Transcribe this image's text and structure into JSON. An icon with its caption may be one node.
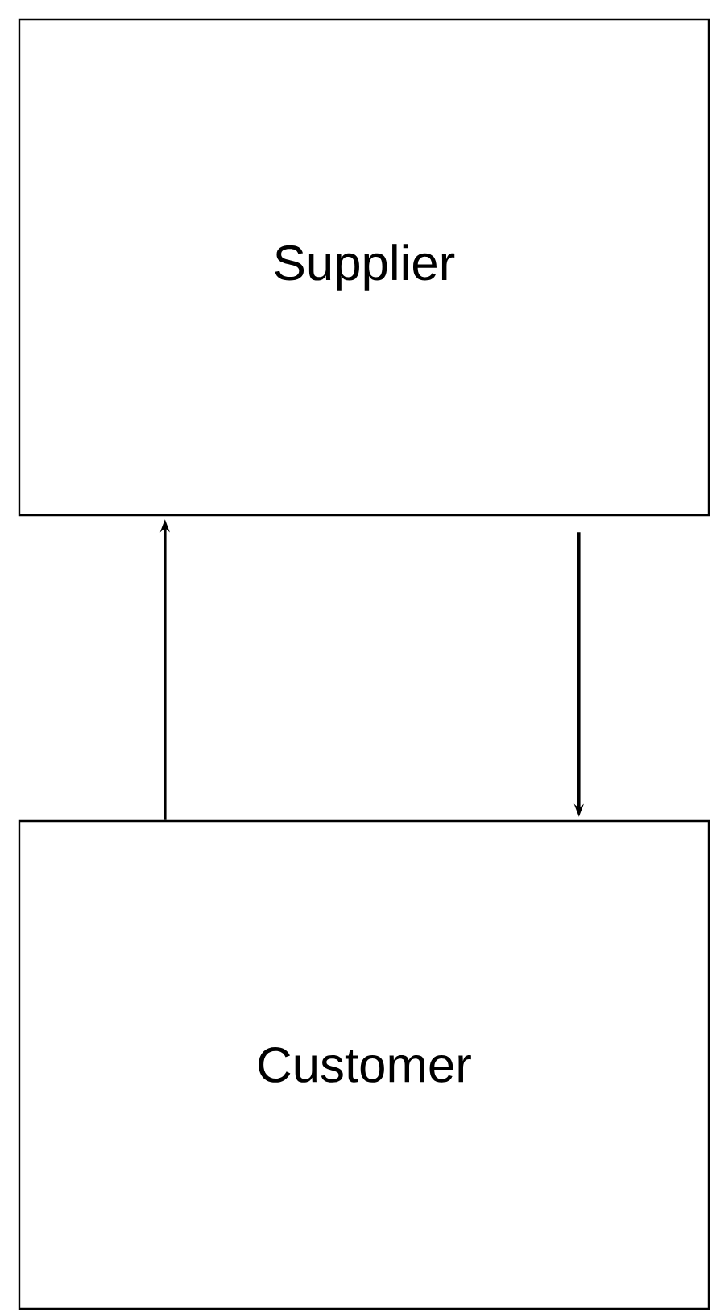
{
  "diagram": {
    "nodes": [
      {
        "text": [
          "Supplier"
        ]
      },
      {
        "text": [
          "Customer"
        ]
      }
    ],
    "edges": [
      {
        "from": 1,
        "to": 0,
        "arrow": "to"
      },
      {
        "from": 0,
        "to": 1,
        "arrow": "to"
      }
    ]
  }
}
